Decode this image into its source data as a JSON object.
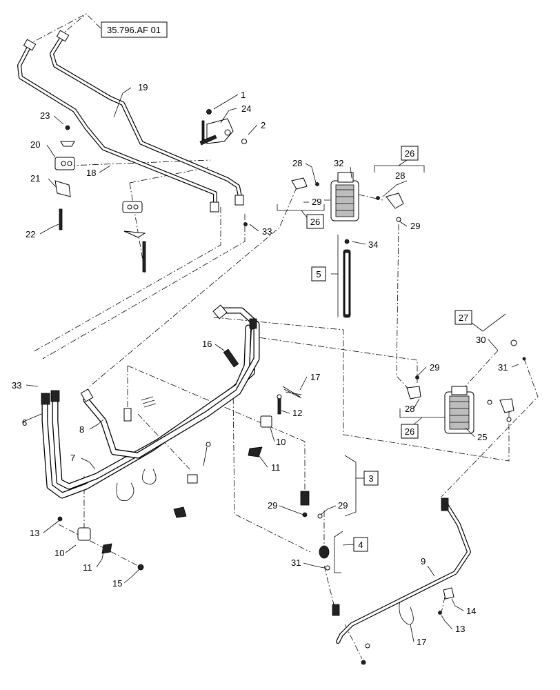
{
  "reference_box": {
    "label": "35.796.AF 01"
  },
  "callouts": [
    {
      "id": "c19",
      "label": "19"
    },
    {
      "id": "c1",
      "label": "1"
    },
    {
      "id": "c24",
      "label": "24"
    },
    {
      "id": "c2",
      "label": "2"
    },
    {
      "id": "c23",
      "label": "23"
    },
    {
      "id": "c20",
      "label": "20"
    },
    {
      "id": "c18",
      "label": "18"
    },
    {
      "id": "c21",
      "label": "21"
    },
    {
      "id": "c22",
      "label": "22"
    },
    {
      "id": "c33a",
      "label": "33"
    },
    {
      "id": "c28a",
      "label": "28"
    },
    {
      "id": "c32",
      "label": "32"
    },
    {
      "id": "c28b",
      "label": "28"
    },
    {
      "id": "c29a",
      "label": "29"
    },
    {
      "id": "c29b",
      "label": "29"
    },
    {
      "id": "c34",
      "label": "34"
    },
    {
      "id": "c16",
      "label": "16"
    },
    {
      "id": "c17a",
      "label": "17"
    },
    {
      "id": "c12",
      "label": "12"
    },
    {
      "id": "c33b",
      "label": "33"
    },
    {
      "id": "c6",
      "label": "6"
    },
    {
      "id": "c8",
      "label": "8"
    },
    {
      "id": "c10a",
      "label": "10"
    },
    {
      "id": "c7",
      "label": "7"
    },
    {
      "id": "c11a",
      "label": "11"
    },
    {
      "id": "c30",
      "label": "30"
    },
    {
      "id": "c31a",
      "label": "31"
    },
    {
      "id": "c29c",
      "label": "29"
    },
    {
      "id": "c28c",
      "label": "28"
    },
    {
      "id": "c25",
      "label": "25"
    },
    {
      "id": "c29d",
      "label": "29"
    },
    {
      "id": "c29e",
      "label": "29"
    },
    {
      "id": "c13a",
      "label": "13"
    },
    {
      "id": "c10b",
      "label": "10"
    },
    {
      "id": "c11b",
      "label": "11"
    },
    {
      "id": "c15",
      "label": "15"
    },
    {
      "id": "c31b",
      "label": "31"
    },
    {
      "id": "c9",
      "label": "9"
    },
    {
      "id": "c14",
      "label": "14"
    },
    {
      "id": "c13b",
      "label": "13"
    },
    {
      "id": "c17b",
      "label": "17"
    }
  ],
  "boxed_callouts": [
    {
      "id": "b26a",
      "label": "26"
    },
    {
      "id": "b26b",
      "label": "26"
    },
    {
      "id": "b5",
      "label": "5"
    },
    {
      "id": "b27",
      "label": "27"
    },
    {
      "id": "b26c",
      "label": "26"
    },
    {
      "id": "b3",
      "label": "3"
    },
    {
      "id": "b4",
      "label": "4"
    }
  ]
}
